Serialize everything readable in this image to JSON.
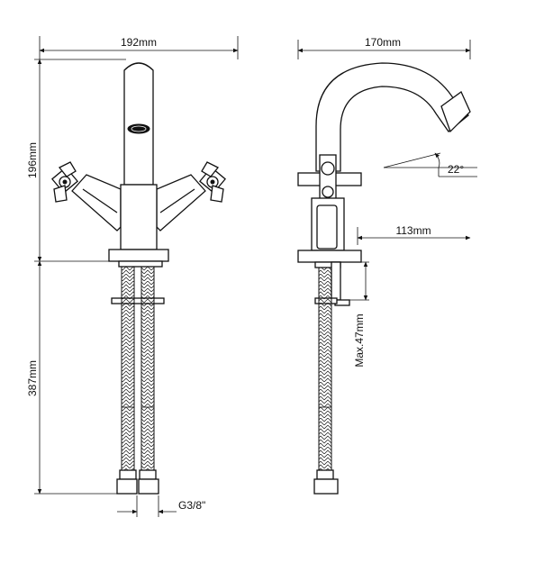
{
  "drawing": {
    "front_view": {
      "width_label": "192mm",
      "height_label": "196mm",
      "hose_label": "387mm",
      "thread_label": "G3/8\""
    },
    "side_view": {
      "depth_label": "170mm",
      "reach_label": "113mm",
      "angle_label": "22°",
      "max_label": "Max.47mm"
    }
  }
}
